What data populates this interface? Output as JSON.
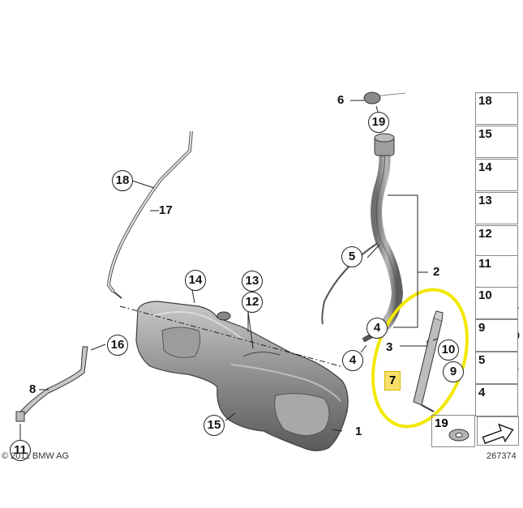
{
  "callouts": {
    "c1": "1",
    "c2": "2",
    "c3": "3",
    "c4a": "4",
    "c4b": "4",
    "c5": "5",
    "c6": "6",
    "c7": "7",
    "c8": "8",
    "c9": "9",
    "c10": "10",
    "c11": "11",
    "c12": "12",
    "c13": "13",
    "c14": "14",
    "c15": "15",
    "c16": "16",
    "c17": "17",
    "c18": "18",
    "c19a": "19",
    "c19b": "19"
  },
  "sidebar": {
    "items": [
      {
        "label": "18",
        "icon": "hose-clamp-icon"
      },
      {
        "label": "15",
        "icon": "rubber-plug-icon"
      },
      {
        "label": "14",
        "icon": "foam-pad-icon"
      },
      {
        "label": "13",
        "icon": "flange-nut-icon"
      },
      {
        "label": "12",
        "icon": "clip-icon"
      },
      {
        "label": "11",
        "icon": "bolt-icon"
      },
      {
        "label": "10",
        "icon": "collar-nut-icon"
      },
      {
        "label": "9",
        "icon": "grommet-icon"
      },
      {
        "label": "5",
        "icon": "square-nut-icon"
      },
      {
        "label": "4",
        "icon": "hose-band-icon"
      }
    ]
  },
  "copyright": "© 2011 BMW AG",
  "diagram_number": "267374",
  "highlight_color": "#f2e800"
}
